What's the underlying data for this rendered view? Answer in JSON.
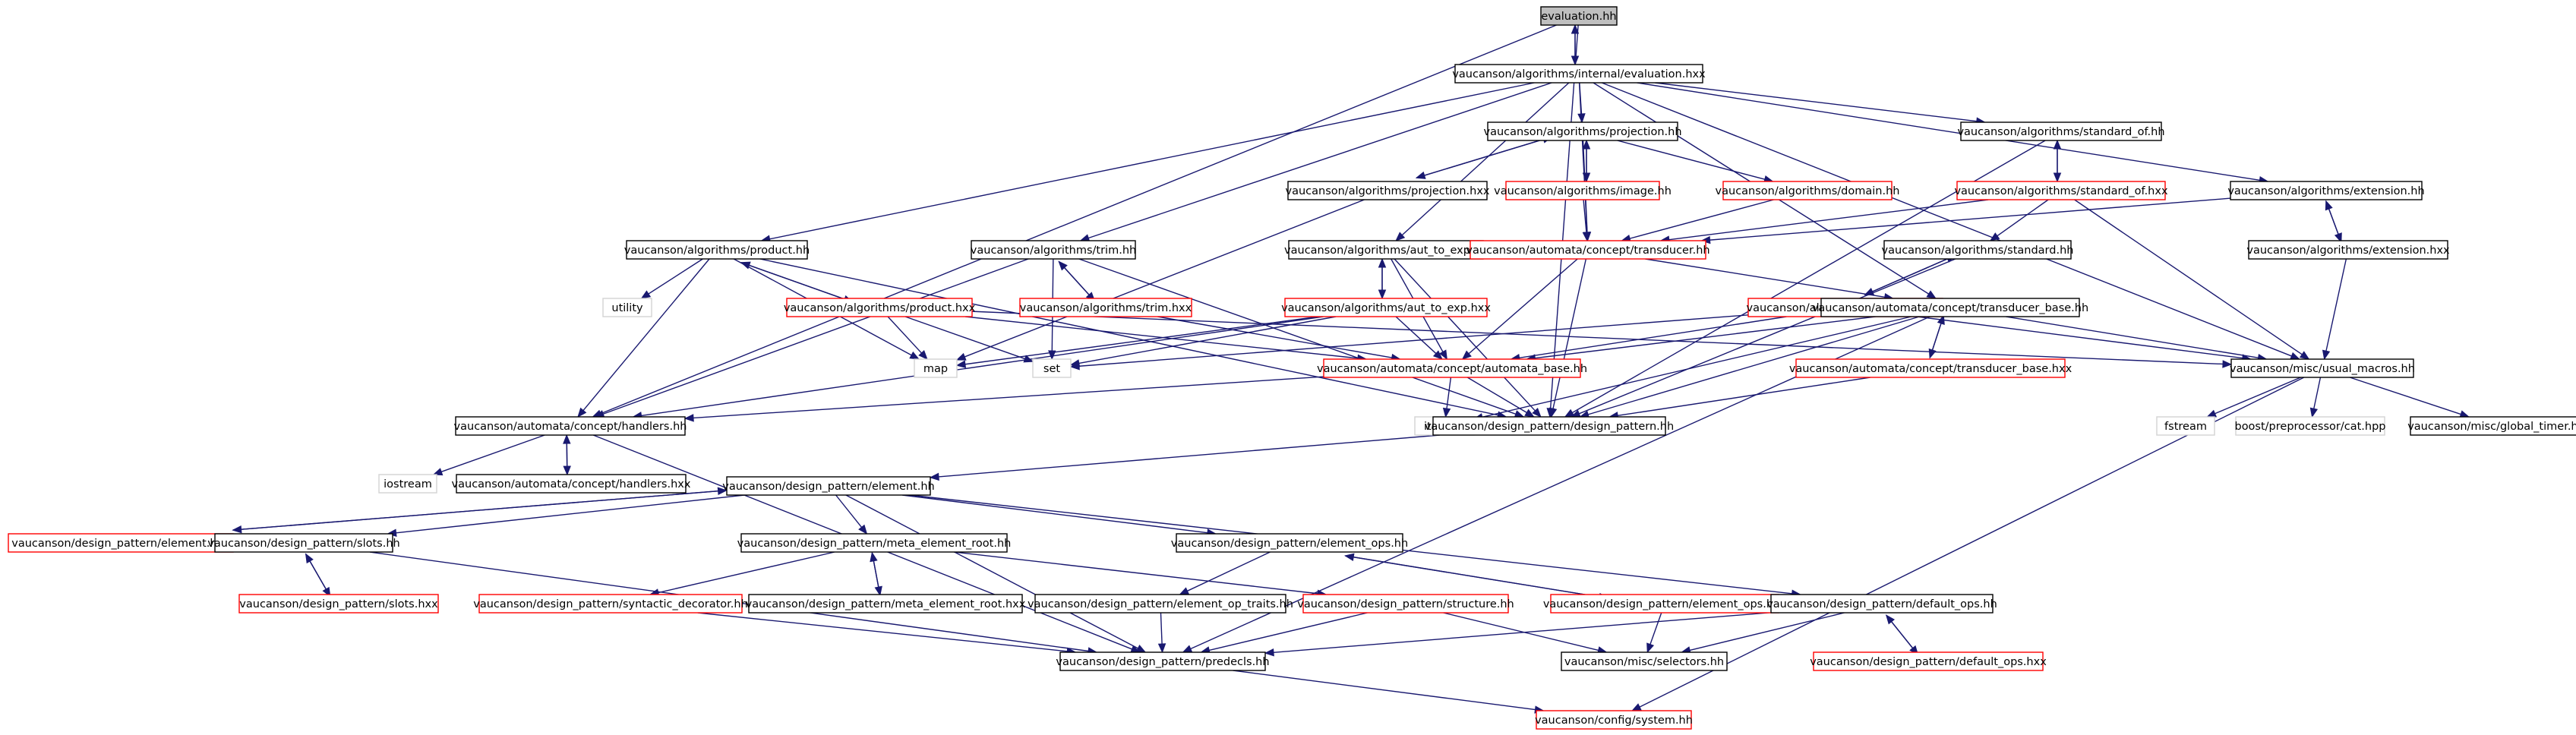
{
  "graph": {
    "colors": {
      "edge": "#191970",
      "root_fill": "#bfbfbf",
      "node_fill": "#ffffff",
      "documented_border": "#000000",
      "undocumented_border": "#ff0000",
      "external_border": "#d3d3d3"
    },
    "nodes": [
      {
        "id": "eval_hh",
        "label": "evaluation.hh",
        "kind": "root"
      },
      {
        "id": "eval_hxx",
        "label": "vaucanson/algorithms/internal/evaluation.hxx",
        "kind": "documented"
      },
      {
        "id": "proj_hh",
        "label": "vaucanson/algorithms/projection.hh",
        "kind": "documented"
      },
      {
        "id": "stdof_hh",
        "label": "vaucanson/algorithms/standard_of.hh",
        "kind": "documented"
      },
      {
        "id": "proj_hxx",
        "label": "vaucanson/algorithms/projection.hxx",
        "kind": "documented"
      },
      {
        "id": "image_hh",
        "label": "vaucanson/algorithms/image.hh",
        "kind": "undocumented"
      },
      {
        "id": "domain_hh",
        "label": "vaucanson/algorithms/domain.hh",
        "kind": "undocumented"
      },
      {
        "id": "stdof_hxx",
        "label": "vaucanson/algorithms/standard_of.hxx",
        "kind": "undocumented"
      },
      {
        "id": "ext_hh",
        "label": "vaucanson/algorithms/extension.hh",
        "kind": "documented"
      },
      {
        "id": "product_hh",
        "label": "vaucanson/algorithms/product.hh",
        "kind": "documented"
      },
      {
        "id": "trim_hh",
        "label": "vaucanson/algorithms/trim.hh",
        "kind": "documented"
      },
      {
        "id": "a2e_hh",
        "label": "vaucanson/algorithms/aut_to_exp.hh",
        "kind": "documented"
      },
      {
        "id": "trans_hh",
        "label": "vaucanson/automata/concept/transducer.hh",
        "kind": "undocumented"
      },
      {
        "id": "std_hh",
        "label": "vaucanson/algorithms/standard.hh",
        "kind": "documented"
      },
      {
        "id": "ext_hxx",
        "label": "vaucanson/algorithms/extension.hxx",
        "kind": "documented"
      },
      {
        "id": "utility",
        "label": "utility",
        "kind": "external"
      },
      {
        "id": "product_hxx",
        "label": "vaucanson/algorithms/product.hxx",
        "kind": "undocumented"
      },
      {
        "id": "trim_hxx",
        "label": "vaucanson/algorithms/trim.hxx",
        "kind": "undocumented"
      },
      {
        "id": "a2e_hxx",
        "label": "vaucanson/algorithms/aut_to_exp.hxx",
        "kind": "undocumented"
      },
      {
        "id": "std_hxx",
        "label": "vaucanson/algorithms/standard.hxx",
        "kind": "undocumented"
      },
      {
        "id": "tb_hh",
        "label": "vaucanson/automata/concept/transducer_base.hh",
        "kind": "documented"
      },
      {
        "id": "map",
        "label": "map",
        "kind": "external"
      },
      {
        "id": "set",
        "label": "set",
        "kind": "external"
      },
      {
        "id": "ab_hh",
        "label": "vaucanson/automata/concept/automata_base.hh",
        "kind": "undocumented"
      },
      {
        "id": "tb_hxx",
        "label": "vaucanson/automata/concept/transducer_base.hxx",
        "kind": "undocumented"
      },
      {
        "id": "um_hh",
        "label": "vaucanson/misc/usual_macros.hh",
        "kind": "documented"
      },
      {
        "id": "hand_hh",
        "label": "vaucanson/automata/concept/handlers.hh",
        "kind": "documented"
      },
      {
        "id": "iterator",
        "label": "iterator",
        "kind": "external"
      },
      {
        "id": "dp_hh",
        "label": "vaucanson/design_pattern/design_pattern.hh",
        "kind": "documented"
      },
      {
        "id": "fstream",
        "label": "fstream",
        "kind": "external"
      },
      {
        "id": "bcat",
        "label": "boost/preprocessor/cat.hpp",
        "kind": "external"
      },
      {
        "id": "gtimer",
        "label": "vaucanson/misc/global_timer.hh",
        "kind": "documented"
      },
      {
        "id": "iostream",
        "label": "iostream",
        "kind": "external"
      },
      {
        "id": "hand_hxx",
        "label": "vaucanson/automata/concept/handlers.hxx",
        "kind": "documented"
      },
      {
        "id": "elem_hh",
        "label": "vaucanson/design_pattern/element.hh",
        "kind": "documented"
      },
      {
        "id": "elem_hxx",
        "label": "vaucanson/design_pattern/element.hxx",
        "kind": "undocumented"
      },
      {
        "id": "slots_hh",
        "label": "vaucanson/design_pattern/slots.hh",
        "kind": "documented"
      },
      {
        "id": "mer_hh",
        "label": "vaucanson/design_pattern/meta_element_root.hh",
        "kind": "documented"
      },
      {
        "id": "eops_hh",
        "label": "vaucanson/design_pattern/element_ops.hh",
        "kind": "documented"
      },
      {
        "id": "slots_hxx",
        "label": "vaucanson/design_pattern/slots.hxx",
        "kind": "undocumented"
      },
      {
        "id": "syn_hh",
        "label": "vaucanson/design_pattern/syntactic_decorator.hh",
        "kind": "undocumented"
      },
      {
        "id": "mer_hxx",
        "label": "vaucanson/design_pattern/meta_element_root.hxx",
        "kind": "documented"
      },
      {
        "id": "eopt_hh",
        "label": "vaucanson/design_pattern/element_op_traits.hh",
        "kind": "documented"
      },
      {
        "id": "struct_hh",
        "label": "vaucanson/design_pattern/structure.hh",
        "kind": "undocumented"
      },
      {
        "id": "eops_hxx",
        "label": "vaucanson/design_pattern/element_ops.hxx",
        "kind": "undocumented"
      },
      {
        "id": "dops_hh",
        "label": "vaucanson/design_pattern/default_ops.hh",
        "kind": "documented"
      },
      {
        "id": "dops_hxx",
        "label": "vaucanson/design_pattern/default_ops.hxx",
        "kind": "undocumented"
      },
      {
        "id": "pre_hh",
        "label": "vaucanson/design_pattern/predecls.hh",
        "kind": "documented"
      },
      {
        "id": "sel_hh",
        "label": "vaucanson/misc/selectors.hh",
        "kind": "documented"
      },
      {
        "id": "sys_hh",
        "label": "vaucanson/config/system.hh",
        "kind": "undocumented"
      }
    ],
    "edges": [
      [
        "eval_hh",
        "eval_hxx"
      ],
      [
        "eval_hxx",
        "eval_hh"
      ],
      [
        "eval_hh",
        "hand_hh"
      ],
      [
        "eval_hh",
        "dp_hh"
      ],
      [
        "eval_hxx",
        "proj_hh"
      ],
      [
        "eval_hxx",
        "stdof_hh"
      ],
      [
        "eval_hxx",
        "ext_hh"
      ],
      [
        "eval_hxx",
        "product_hh"
      ],
      [
        "eval_hxx",
        "trim_hh"
      ],
      [
        "eval_hxx",
        "a2e_hh"
      ],
      [
        "eval_hxx",
        "trans_hh"
      ],
      [
        "eval_hxx",
        "tb_hh"
      ],
      [
        "eval_hxx",
        "um_hh"
      ],
      [
        "proj_hh",
        "proj_hxx"
      ],
      [
        "proj_hxx",
        "proj_hh"
      ],
      [
        "proj_hh",
        "image_hh"
      ],
      [
        "image_hh",
        "proj_hh"
      ],
      [
        "proj_hh",
        "domain_hh"
      ],
      [
        "proj_hh",
        "trans_hh"
      ],
      [
        "proj_hxx",
        "map"
      ],
      [
        "image_hh",
        "trans_hh"
      ],
      [
        "domain_hh",
        "trans_hh"
      ],
      [
        "stdof_hh",
        "stdof_hxx"
      ],
      [
        "stdof_hxx",
        "stdof_hh"
      ],
      [
        "stdof_hh",
        "dp_hh"
      ],
      [
        "stdof_hxx",
        "std_hh"
      ],
      [
        "stdof_hxx",
        "trans_hh"
      ],
      [
        "stdof_hxx",
        "um_hh"
      ],
      [
        "ext_hh",
        "ext_hxx"
      ],
      [
        "ext_hxx",
        "ext_hh"
      ],
      [
        "ext_hh",
        "trans_hh"
      ],
      [
        "ext_hxx",
        "um_hh"
      ],
      [
        "product_hh",
        "product_hxx"
      ],
      [
        "product_hxx",
        "product_hh"
      ],
      [
        "product_hh",
        "utility"
      ],
      [
        "product_hh",
        "map"
      ],
      [
        "product_hh",
        "hand_hh"
      ],
      [
        "product_hh",
        "dp_hh"
      ],
      [
        "product_hxx",
        "map"
      ],
      [
        "product_hxx",
        "set"
      ],
      [
        "product_hxx",
        "ab_hh"
      ],
      [
        "product_hxx",
        "um_hh"
      ],
      [
        "trim_hh",
        "trim_hxx"
      ],
      [
        "trim_hxx",
        "trim_hh"
      ],
      [
        "trim_hh",
        "set"
      ],
      [
        "trim_hh",
        "hand_hh"
      ],
      [
        "trim_hh",
        "dp_hh"
      ],
      [
        "trim_hxx",
        "ab_hh"
      ],
      [
        "a2e_hh",
        "a2e_hxx"
      ],
      [
        "a2e_hxx",
        "a2e_hh"
      ],
      [
        "a2e_hh",
        "ab_hh"
      ],
      [
        "a2e_hh",
        "dp_hh"
      ],
      [
        "a2e_hxx",
        "map"
      ],
      [
        "a2e_hxx",
        "set"
      ],
      [
        "a2e_hxx",
        "ab_hh"
      ],
      [
        "a2e_hxx",
        "hand_hh"
      ],
      [
        "trans_hh",
        "tb_hh"
      ],
      [
        "trans_hh",
        "ab_hh"
      ],
      [
        "trans_hh",
        "dp_hh"
      ],
      [
        "std_hh",
        "std_hxx"
      ],
      [
        "std_hxx",
        "std_hh"
      ],
      [
        "std_hh",
        "dp_hh"
      ],
      [
        "std_hxx",
        "ab_hh"
      ],
      [
        "std_hxx",
        "um_hh"
      ],
      [
        "std_hxx",
        "set"
      ],
      [
        "tb_hh",
        "tb_hxx"
      ],
      [
        "tb_hxx",
        "tb_hh"
      ],
      [
        "tb_hh",
        "ab_hh"
      ],
      [
        "tb_hh",
        "um_hh"
      ],
      [
        "tb_hh",
        "iterator"
      ],
      [
        "tb_hh",
        "dp_hh"
      ],
      [
        "tb_hh",
        "pre_hh"
      ],
      [
        "tb_hxx",
        "dp_hh"
      ],
      [
        "ab_hh",
        "hand_hh"
      ],
      [
        "ab_hh",
        "iterator"
      ],
      [
        "ab_hh",
        "dp_hh"
      ],
      [
        "um_hh",
        "fstream"
      ],
      [
        "um_hh",
        "bcat"
      ],
      [
        "um_hh",
        "gtimer"
      ],
      [
        "um_hh",
        "sys_hh"
      ],
      [
        "hand_hh",
        "hand_hxx"
      ],
      [
        "hand_hxx",
        "hand_hh"
      ],
      [
        "hand_hh",
        "iostream"
      ],
      [
        "hand_hh",
        "pre_hh"
      ],
      [
        "dp_hh",
        "elem_hh"
      ],
      [
        "elem_hh",
        "elem_hxx"
      ],
      [
        "elem_hxx",
        "elem_hh"
      ],
      [
        "elem_hh",
        "slots_hh"
      ],
      [
        "elem_hh",
        "mer_hh"
      ],
      [
        "elem_hh",
        "eops_hh"
      ],
      [
        "elem_hh",
        "dops_hh"
      ],
      [
        "elem_hh",
        "pre_hh"
      ],
      [
        "elem_hxx",
        "slots_hh"
      ],
      [
        "slots_hh",
        "slots_hxx"
      ],
      [
        "slots_hxx",
        "slots_hh"
      ],
      [
        "slots_hh",
        "pre_hh"
      ],
      [
        "mer_hh",
        "mer_hxx"
      ],
      [
        "mer_hxx",
        "mer_hh"
      ],
      [
        "mer_hh",
        "syn_hh"
      ],
      [
        "mer_hh",
        "struct_hh"
      ],
      [
        "syn_hh",
        "pre_hh"
      ],
      [
        "struct_hh",
        "pre_hh"
      ],
      [
        "struct_hh",
        "sel_hh"
      ],
      [
        "eops_hh",
        "eops_hxx"
      ],
      [
        "eops_hxx",
        "eops_hh"
      ],
      [
        "eops_hh",
        "eopt_hh"
      ],
      [
        "eopt_hh",
        "pre_hh"
      ],
      [
        "eops_hxx",
        "sel_hh"
      ],
      [
        "dops_hh",
        "dops_hxx"
      ],
      [
        "dops_hxx",
        "dops_hh"
      ],
      [
        "dops_hh",
        "pre_hh"
      ],
      [
        "dops_hh",
        "sel_hh"
      ],
      [
        "pre_hh",
        "sys_hh"
      ]
    ]
  }
}
